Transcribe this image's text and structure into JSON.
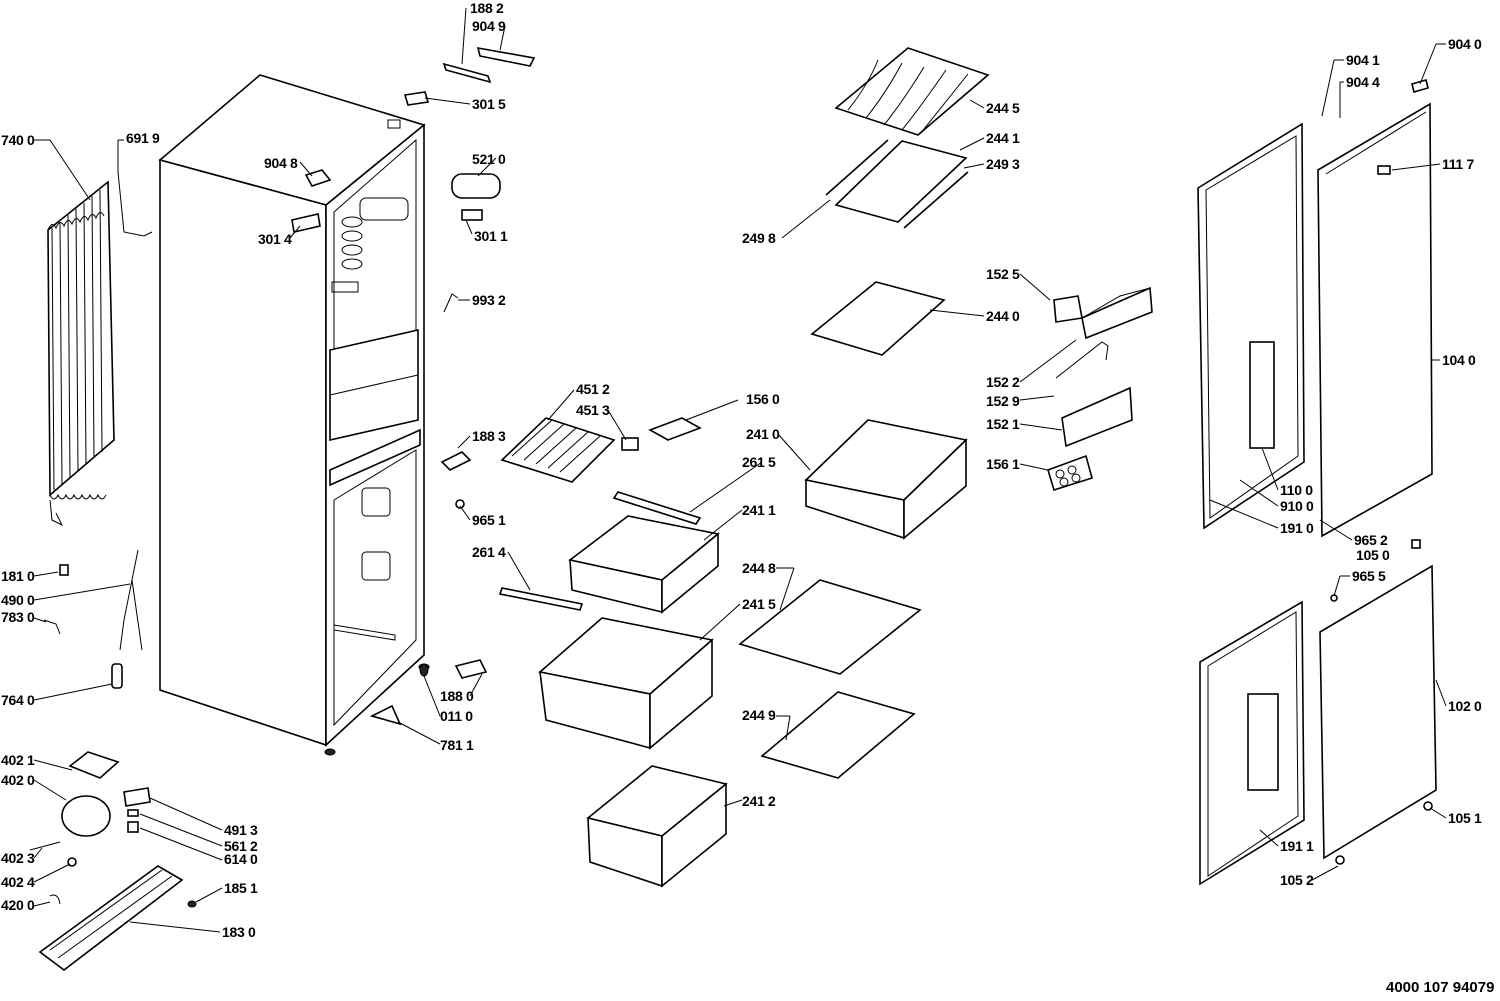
{
  "diagram": {
    "labels": {
      "l1882": "188 2",
      "l9049": "904 9",
      "l3015": "301 5",
      "l7400": "740 0",
      "l6919": "691 9",
      "l9048": "904 8",
      "l5210": "521 0",
      "l3014": "301 4",
      "l3011": "301 1",
      "l9932": "993 2",
      "l2445": "244 5",
      "l2441": "244 1",
      "l2493": "249 3",
      "l2498": "249 8",
      "l2440": "244 0",
      "l1525": "152 5",
      "l1522": "152 2",
      "l1529": "152 9",
      "l1521": "152 1",
      "l1561": "156 1",
      "l4512": "451 2",
      "l4513": "451 3",
      "l1560": "156 0",
      "l2410": "241 0",
      "l1883": "188 3",
      "l2615": "261 5",
      "l2411": "241 1",
      "l9651": "965 1",
      "l2614": "261 4",
      "l2448": "244 8",
      "l2415": "241 5",
      "l2449": "244 9",
      "l2412": "241 2",
      "l1810": "181 0",
      "l4900": "490 0",
      "l7830": "783 0",
      "l7640": "764 0",
      "l1880": "188 0",
      "l0110": "011 0",
      "l7811": "781 1",
      "l4021": "402 1",
      "l4020": "402 0",
      "l4023": "402 3",
      "l4024": "402 4",
      "l4200": "420 0",
      "l4913": "491 3",
      "l5612": "561 2",
      "l6140": "614 0",
      "l1851": "185 1",
      "l1830": "183 0",
      "l9041": "904 1",
      "l9044": "904 4",
      "l9040": "904 0",
      "l1117": "111 7",
      "l1040": "104 0",
      "l1100": "110 0",
      "l9100": "910 0",
      "l1910": "191 0",
      "l9652": "965 2",
      "l1050": "105 0",
      "l9655": "965 5",
      "l1020": "102 0",
      "l1051": "105 1",
      "l1911": "191 1",
      "l1052": "105 2"
    },
    "footer_code": "4000 107 94079"
  }
}
